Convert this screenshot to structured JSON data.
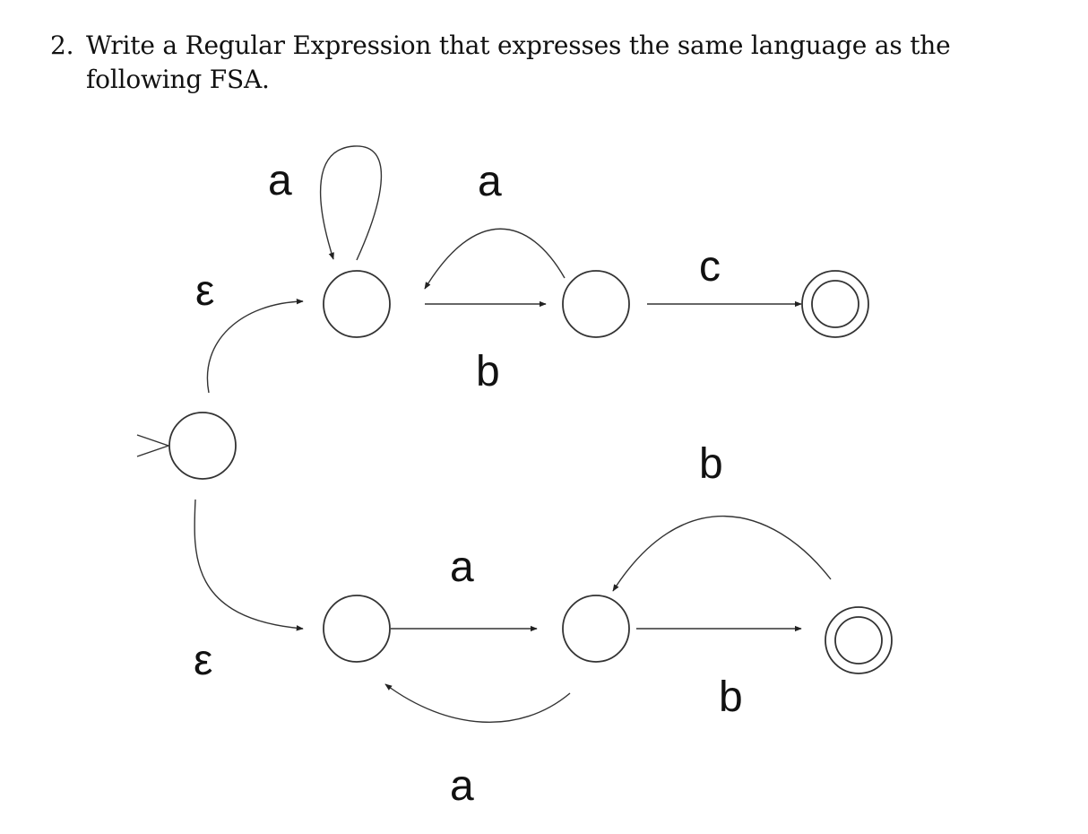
{
  "question": {
    "number": "2.",
    "text": "Write a Regular Expression that expresses the same language as the following FSA."
  },
  "fsa": {
    "states": [
      {
        "id": "q0",
        "role": "start",
        "accepting": false
      },
      {
        "id": "q1",
        "role": "upper-left",
        "accepting": false
      },
      {
        "id": "q2",
        "role": "upper-middle",
        "accepting": false
      },
      {
        "id": "q3",
        "role": "upper-final",
        "accepting": true
      },
      {
        "id": "q4",
        "role": "lower-left",
        "accepting": false
      },
      {
        "id": "q5",
        "role": "lower-middle",
        "accepting": false
      },
      {
        "id": "q6",
        "role": "lower-final",
        "accepting": true
      }
    ],
    "transitions": [
      {
        "from": "q0",
        "to": "q1",
        "label": "ε"
      },
      {
        "from": "q1",
        "to": "q1",
        "label": "a"
      },
      {
        "from": "q2",
        "to": "q1",
        "label": "a"
      },
      {
        "from": "q1",
        "to": "q2",
        "label": "b"
      },
      {
        "from": "q2",
        "to": "q3",
        "label": "c"
      },
      {
        "from": "q0",
        "to": "q4",
        "label": "ε"
      },
      {
        "from": "q4",
        "to": "q5",
        "label": "a"
      },
      {
        "from": "q5",
        "to": "q4",
        "label": "a"
      },
      {
        "from": "q6",
        "to": "q5",
        "label": "b"
      },
      {
        "from": "q5",
        "to": "q6",
        "label": "b"
      }
    ]
  }
}
